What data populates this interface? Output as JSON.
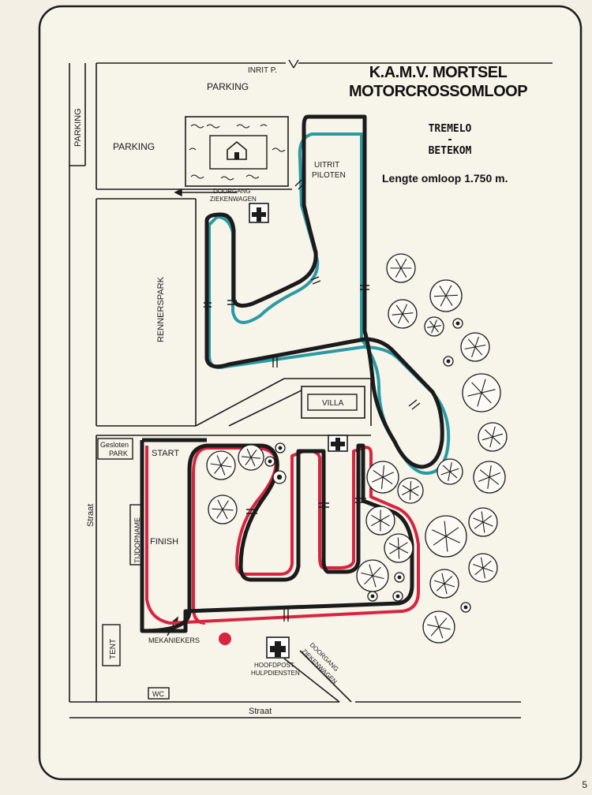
{
  "title": {
    "line1": "K.A.M.V. MORTSEL",
    "line2": "MOTORCROSSOMLOOP",
    "location1": "TREMELO",
    "location_sep": "-",
    "location2": "BETEKOM",
    "length": "Lengte omloop 1.750 m."
  },
  "labels": {
    "inrit": "INRIT P.",
    "parking_top": "PARKING",
    "parking_left": "PARKING",
    "parking_vertical": "PARKING",
    "uitrit_1": "UITRIT",
    "uitrit_2": "PILOTEN",
    "doorgang_1": "DOORGANG",
    "doorgang_2": "ZIEKENWAGEN",
    "rennerspark": "RENNERSPARK",
    "villa": "VILLA",
    "gesloten_1": "Gesloten",
    "gesloten_2": "PARK",
    "start": "START",
    "finish": "FINISH",
    "tijdopname": "TIJDOPNAME",
    "straat_vertical": "Straat",
    "tent": "TENT",
    "mekaniekers": "MEKANIEKERS",
    "hoofdpost_1": "HOOFDPOST",
    "hoofdpost_2": "HULPDIENSTEN",
    "doorgang2_1": "DOORGANG",
    "doorgang2_2": "ZIEKENWAGEN",
    "wc": "WC",
    "straat_bottom": "Straat"
  },
  "colors": {
    "paper": "#f3efe4",
    "ink": "#1b1b1b",
    "teal_track": "#2a9aa3",
    "red_track": "#d8243f"
  },
  "page_number": "5"
}
